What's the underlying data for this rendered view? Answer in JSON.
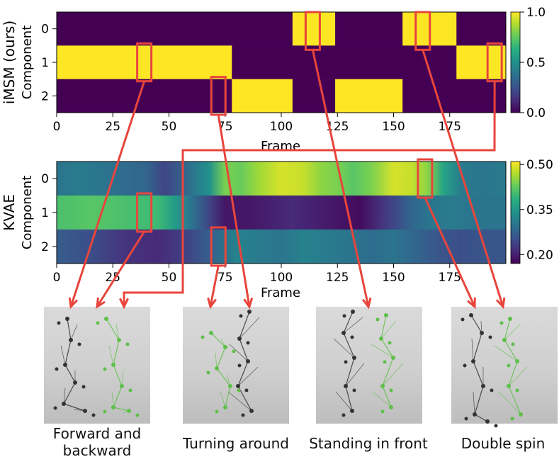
{
  "chart_data": [
    {
      "type": "heatmap",
      "title": "",
      "ylabel_main": "iMSM (ours)",
      "ylabel": "Component",
      "xlabel": "Frame",
      "rows": [
        "0",
        "1",
        "2"
      ],
      "frames": 200,
      "xticks": [
        0,
        25,
        50,
        75,
        100,
        125,
        150,
        175
      ],
      "segments": [
        {
          "component": 0,
          "x": [
            0,
            105
          ],
          "value": 0.0
        },
        {
          "component": 0,
          "x": [
            105,
            124
          ],
          "value": 1.0
        },
        {
          "component": 0,
          "x": [
            124,
            154
          ],
          "value": 0.0
        },
        {
          "component": 0,
          "x": [
            154,
            178
          ],
          "value": 1.0
        },
        {
          "component": 0,
          "x": [
            178,
            200
          ],
          "value": 0.0
        },
        {
          "component": 1,
          "x": [
            0,
            78
          ],
          "value": 1.0
        },
        {
          "component": 1,
          "x": [
            78,
            178
          ],
          "value": 0.0
        },
        {
          "component": 1,
          "x": [
            178,
            200
          ],
          "value": 1.0
        },
        {
          "component": 2,
          "x": [
            0,
            78
          ],
          "value": 0.0
        },
        {
          "component": 2,
          "x": [
            78,
            105
          ],
          "value": 1.0
        },
        {
          "component": 2,
          "x": [
            105,
            124
          ],
          "value": 0.0
        },
        {
          "component": 2,
          "x": [
            124,
            154
          ],
          "value": 1.0
        },
        {
          "component": 2,
          "x": [
            154,
            200
          ],
          "value": 0.0
        }
      ],
      "colorbar": {
        "ticks": [
          "0.0",
          "0.5",
          "1.0"
        ],
        "vmin": 0.0,
        "vmax": 1.0
      },
      "highlight_boxes": [
        {
          "component": 0,
          "frame": 114
        },
        {
          "component": 0,
          "frame": 163
        },
        {
          "component": 1,
          "frame": 39
        },
        {
          "component": 1,
          "frame": 195
        },
        {
          "component": 2,
          "frame": 72
        }
      ]
    },
    {
      "type": "heatmap",
      "title": "",
      "ylabel_main": "KVAE",
      "ylabel": "Component",
      "xlabel": "Frame",
      "rows": [
        "0",
        "1",
        "2"
      ],
      "frames": 200,
      "xticks": [
        0,
        25,
        50,
        75,
        100,
        125,
        150,
        175
      ],
      "profiles": [
        {
          "component": 0,
          "points": [
            [
              0,
              0.3
            ],
            [
              10,
              0.31
            ],
            [
              20,
              0.3
            ],
            [
              30,
              0.29
            ],
            [
              40,
              0.28
            ],
            [
              48,
              0.24
            ],
            [
              55,
              0.27
            ],
            [
              62,
              0.31
            ],
            [
              68,
              0.34
            ],
            [
              75,
              0.44
            ],
            [
              82,
              0.43
            ],
            [
              90,
              0.46
            ],
            [
              100,
              0.49
            ],
            [
              110,
              0.48
            ],
            [
              118,
              0.45
            ],
            [
              125,
              0.44
            ],
            [
              132,
              0.42
            ],
            [
              140,
              0.44
            ],
            [
              150,
              0.49
            ],
            [
              158,
              0.48
            ],
            [
              165,
              0.45
            ],
            [
              172,
              0.37
            ],
            [
              180,
              0.31
            ],
            [
              190,
              0.3
            ],
            [
              200,
              0.31
            ]
          ]
        },
        {
          "component": 1,
          "points": [
            [
              0,
              0.41
            ],
            [
              15,
              0.42
            ],
            [
              30,
              0.41
            ],
            [
              45,
              0.4
            ],
            [
              52,
              0.36
            ],
            [
              60,
              0.3
            ],
            [
              68,
              0.24
            ],
            [
              75,
              0.19
            ],
            [
              85,
              0.19
            ],
            [
              95,
              0.2
            ],
            [
              105,
              0.21
            ],
            [
              115,
              0.2
            ],
            [
              125,
              0.19
            ],
            [
              135,
              0.18
            ],
            [
              145,
              0.22
            ],
            [
              152,
              0.25
            ],
            [
              158,
              0.28
            ],
            [
              165,
              0.3
            ],
            [
              175,
              0.31
            ],
            [
              185,
              0.3
            ],
            [
              200,
              0.3
            ]
          ]
        },
        {
          "component": 2,
          "points": [
            [
              0,
              0.27
            ],
            [
              15,
              0.25
            ],
            [
              30,
              0.22
            ],
            [
              45,
              0.21
            ],
            [
              55,
              0.23
            ],
            [
              62,
              0.25
            ],
            [
              70,
              0.28
            ],
            [
              80,
              0.32
            ],
            [
              90,
              0.31
            ],
            [
              100,
              0.3
            ],
            [
              110,
              0.32
            ],
            [
              120,
              0.31
            ],
            [
              130,
              0.3
            ],
            [
              140,
              0.29
            ],
            [
              150,
              0.3
            ],
            [
              160,
              0.28
            ],
            [
              170,
              0.26
            ],
            [
              180,
              0.25
            ],
            [
              190,
              0.26
            ],
            [
              200,
              0.26
            ]
          ]
        }
      ],
      "colorbar": {
        "ticks": [
          "0.20",
          "0.35",
          "0.50"
        ],
        "vmin": 0.17,
        "vmax": 0.51
      },
      "highlight_boxes": [
        {
          "component": 0,
          "frame": 164
        },
        {
          "component": 1,
          "frame": 39
        },
        {
          "component": 2,
          "frame": 72
        }
      ]
    }
  ],
  "captions": [
    "Forward and backward",
    "Turning around",
    "Standing in front",
    "Double spin"
  ],
  "colors": {
    "highlight": "#e8453c",
    "axis": "#000000"
  }
}
